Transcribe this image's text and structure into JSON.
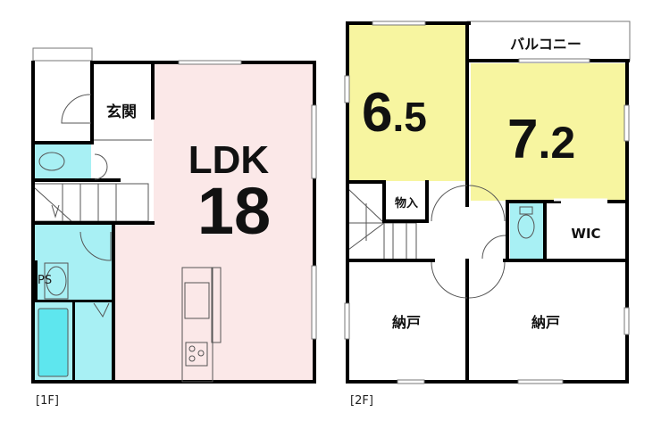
{
  "floor1": {
    "caption": "[1F]",
    "rooms": {
      "entrance": "玄関",
      "ldk_label": "LDK",
      "ldk_size": "18",
      "ps": "PS"
    }
  },
  "floor2": {
    "caption": "[2F]",
    "rooms": {
      "room_a_size": "6",
      "room_a_decimal": ".5",
      "room_b_size": "7",
      "room_b_decimal": ".2",
      "balcony": "バルコニー",
      "storage": "物入",
      "wic": "WIC",
      "closet_left": "納戸",
      "closet_right": "納戸"
    }
  },
  "colors": {
    "ldk": "#fbe8e8",
    "wet": "#a8f0f4",
    "bedroom": "#f7f5a0"
  }
}
